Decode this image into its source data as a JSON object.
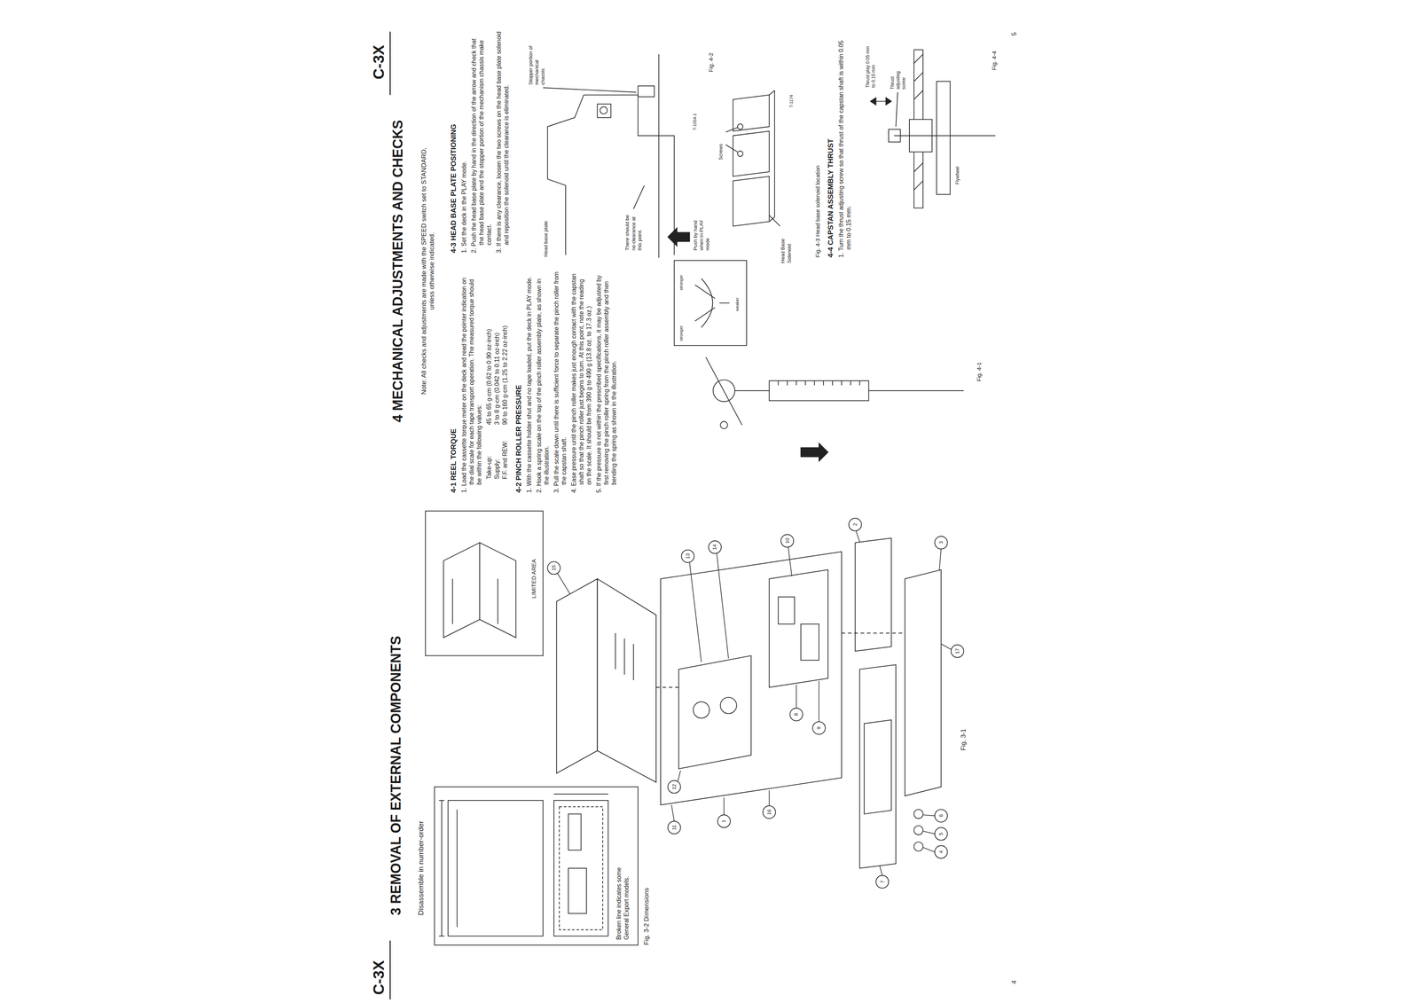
{
  "diagram": {
    "labels": [
      "C-3X",
      "3 REMOVAL OF EXTERNAL COMPONENTS",
      "Disassemble in number-order",
      "Broken line indicates some General Export models.",
      "Fig. 3-2 Dimensions",
      "LIMITED AREA",
      "1",
      "2",
      "3",
      "4",
      "5",
      "6",
      "7",
      "8",
      "9",
      "10",
      "11",
      "12",
      "13",
      "14",
      "15",
      "16",
      "17",
      "Fig. 3-1",
      "4",
      "C-3X",
      "5",
      "4 MECHANICAL ADJUSTMENTS AND CHECKS",
      "Note: All checks and adjustments are made with the SPEED switch set to STANDARD, unless otherwise indicated.",
      "4-1 REEL TORQUE",
      "1. Load the cassette torque meter on the deck and read the pointer indication on the dial scale for each tape transport operation. The measured torque should be within the following values:",
      "Take-up:",
      "45 to 65 g-cm (0.62 to 0.90 oz-inch)",
      "Supply:",
      "3 to 8 g-cm (0.042 to 0.11 oz-inch)",
      "F.F. and REW:",
      "90 to 160 g-cm (1.25 to 2.22 oz-inch)",
      "4-2 PINCH ROLLER PRESSURE",
      "1. With the cassette holder shut and no tape loaded, put the deck in PLAY mode.",
      "2. Hook a spring scale on the top of the pinch roller assembly plate, as shown in the illustration.",
      "3. Pull the scale down until there is sufficient force to separate the pinch roller from the capstan shaft.",
      "4. Ease pressure until the pinch roller makes just enough contact with the capstan shaft so that the pinch roller just begins to turn. At this point, note the reading on the scale. It should be from 390 g to 490 g (13.8 oz. to 17.3 oz.)",
      "5. If the pressure is not within the prescribed specifications, it may be adjusted by first removing the pinch roller spring from the pinch roller assembly and then bending the spring as shown in the illustration.",
      "4-3 HEAD BASE PLATE POSITIONING",
      "1. Set the deck in the PLAY mode.",
      "2. Push the head base plate by hand in the direction of the arrow and check that the head base plate and the stopper portion of the mechanism chassis make contact.",
      "3. If there is any clearance, loosen the two screws on the head base plate solenoid and reposition the solenoid until the clearance is eliminated.",
      "Head base plate",
      "There should be no clearance at this point.",
      "Stopper portion of mechanical chassis",
      "Push by hand when in PLAY mode",
      "T-1554-1",
      "Fig. 4-2",
      "Screws",
      "Head Base Solenoid",
      "T-1174",
      "Fig. 4-3 Head base solenoid location",
      "4-4 CAPSTAN ASSEMBLY THRUST",
      "1. Turn the thrust adjusting screw so that thrust of the capstan shaft is within 0.05 mm to 0.15 mm.",
      "Thrust play 0.05 mm to 0.15 mm",
      "Thrust adjusting screw",
      "Flywheel",
      "Fig. 4-4",
      "stronger",
      "stronger",
      "weaker",
      "Fig. 4-1"
    ]
  }
}
